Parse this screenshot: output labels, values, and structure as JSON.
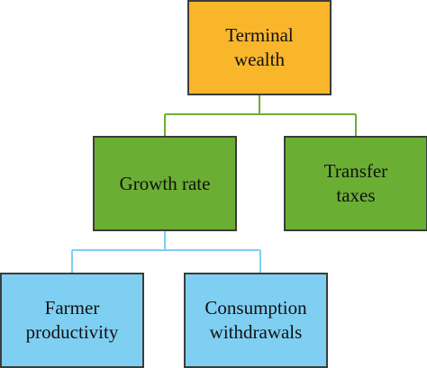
{
  "colors": {
    "root": "#f9b62b",
    "level2": "#6bae34",
    "level3": "#7fcff2",
    "connector_green": "#6bae34",
    "connector_blue": "#7fcff2",
    "border": "#3c3c3c"
  },
  "nodes": {
    "root": {
      "line1": "Terminal",
      "line2": "wealth"
    },
    "growth": {
      "line1": "Growth rate"
    },
    "transfer": {
      "line1": "Transfer",
      "line2": "taxes"
    },
    "farmer": {
      "line1": "Farmer",
      "line2": "productivity"
    },
    "consumption": {
      "line1": "Consumption",
      "line2": "withdrawals"
    }
  }
}
